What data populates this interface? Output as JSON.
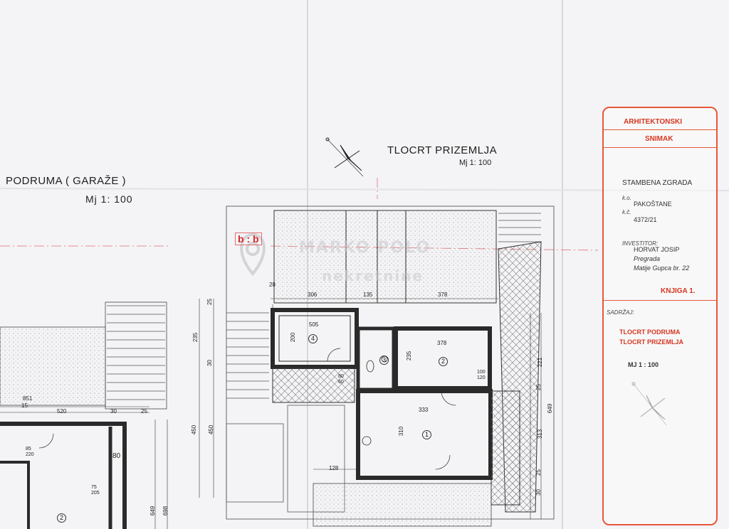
{
  "left_plan": {
    "title": "PODRUMA  ( GARAŽE )",
    "scale": "Mj   1: 100"
  },
  "main_plan": {
    "title": "TLOCRT PRIZEMLJA",
    "scale": "Mj   1: 100",
    "section_label": "b : b"
  },
  "watermark": {
    "line1": "MARKO POLO",
    "line2": "nekretnine"
  },
  "dimensions": {
    "top_row": [
      "28",
      "306",
      "135",
      "378"
    ],
    "d505": "505",
    "d200": "200",
    "d378b": "378",
    "d235": "235",
    "d100_120": "100\n120",
    "d80_60": "80\n60",
    "d333": "333",
    "d310": "310",
    "d128": "128",
    "d851": "851",
    "d520": "520",
    "d30a": "30",
    "d25a": "25",
    "d15": "15",
    "d85_220": "85\n220",
    "d80": "80",
    "d75_205": "75\n205",
    "v_left": [
      "25",
      "235",
      "30",
      "450"
    ],
    "v_right": [
      "221",
      "25",
      "649",
      "313",
      "25",
      "30"
    ],
    "v_left2": [
      "649",
      "698"
    ],
    "d450": "450"
  },
  "rooms": {
    "r1": "1",
    "r2": "2",
    "r3": "3",
    "r4": "4",
    "r2_left": "2"
  },
  "title_block": {
    "l1": "ARHITEKTONSKI",
    "l2": "SNIMAK",
    "building": "STAMBENA ZGRADA",
    "ko_label": "k.o.",
    "ko_value": "PAKOŠTANE",
    "kc_label": "k.č.",
    "kc_value": "4372/21",
    "investor_label": "INVESTITOR:",
    "investor_name": "HORVAT JOSIP",
    "investor_place": "Pregrada",
    "investor_street": "Matije Gupca br. 22",
    "book": "KNJIGA 1.",
    "content_label": "SADRŽAJ:",
    "content1": "TLOCRT PODRUMA",
    "content2": "TLOCRT PRIZEMLJA",
    "scale": "MJ   1 : 100"
  }
}
